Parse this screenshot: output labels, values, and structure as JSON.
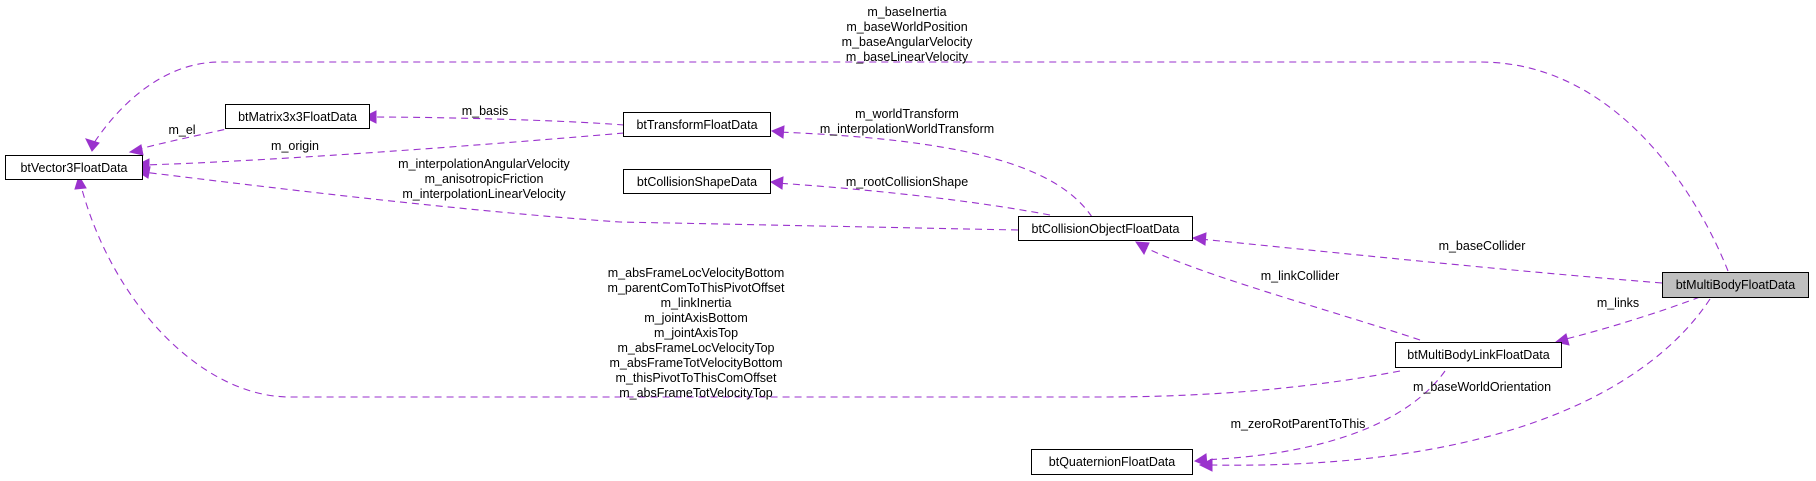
{
  "colors": {
    "edge": "#9a32cd",
    "node_border": "#000000",
    "current_node_fill": "#bfbfbf"
  },
  "nodes": {
    "vector3": "btVector3FloatData",
    "matrix3x3": "btMatrix3x3FloatData",
    "transform": "btTransformFloatData",
    "collision_shape": "btCollisionShapeData",
    "collision_object": "btCollisionObjectFloatData",
    "multibody": "btMultiBodyFloatData",
    "multibody_link": "btMultiBodyLinkFloatData",
    "quaternion": "btQuaternionFloatData"
  },
  "edges": {
    "multibody_to_vector3": [
      "m_baseInertia",
      "m_baseWorldPosition",
      "m_baseAngularVelocity",
      "m_baseLinearVelocity"
    ],
    "matrix_to_vector3": [
      "m_el"
    ],
    "transform_to_matrix": [
      "m_basis"
    ],
    "transform_to_vector3": [
      "m_origin"
    ],
    "collision_object_to_transform": [
      "m_worldTransform",
      "m_interpolationWorldTransform"
    ],
    "collision_object_to_shape": [
      "m_rootCollisionShape"
    ],
    "collision_object_to_vector3": [
      "m_interpolationAngularVelocity",
      "m_anisotropicFriction",
      "m_interpolationLinearVelocity"
    ],
    "multibody_to_collision_object": [
      "m_baseCollider"
    ],
    "link_to_collision_object": [
      "m_linkCollider"
    ],
    "multibody_to_link": [
      "m_links"
    ],
    "link_to_vector3": [
      "m_absFrameLocVelocityBottom",
      "m_parentComToThisPivotOffset",
      "m_linkInertia",
      "m_jointAxisBottom",
      "m_jointAxisTop",
      "m_absFrameLocVelocityTop",
      "m_absFrameTotVelocityBottom",
      "m_thisPivotToThisComOffset",
      "m_absFrameTotVelocityTop"
    ],
    "multibody_to_quaternion": [
      "m_baseWorldOrientation"
    ],
    "link_to_quaternion": [
      "m_zeroRotParentToThis"
    ]
  }
}
